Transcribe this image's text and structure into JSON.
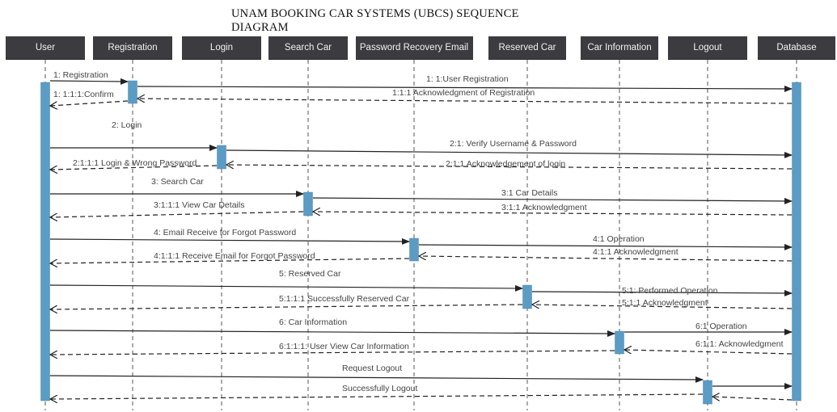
{
  "title": "UNAM BOOKING CAR SYSTEMS (UBCS) SEQUENCE DIAGRAM",
  "colors": {
    "actor_bg": "#3b3b40",
    "actor_text": "#f2f2f2",
    "activation": "#5b9cc4",
    "line": "#222222",
    "text": "#444444"
  },
  "lifelines": [
    {
      "id": "user",
      "label": "User"
    },
    {
      "id": "registration",
      "label": "Registration"
    },
    {
      "id": "login",
      "label": "Login"
    },
    {
      "id": "search_car",
      "label": "Search Car"
    },
    {
      "id": "password_recovery",
      "label": "Password Recovery Email"
    },
    {
      "id": "reserved_car",
      "label": "Reserved Car"
    },
    {
      "id": "car_information",
      "label": "Car Information"
    },
    {
      "id": "logout",
      "label": "Logout"
    },
    {
      "id": "database",
      "label": "Database"
    }
  ],
  "messages": [
    {
      "from": "user",
      "to": "registration",
      "label": "1: Registration",
      "type": "call"
    },
    {
      "from": "registration",
      "to": "database",
      "label": "1: 1:User Registration",
      "type": "call"
    },
    {
      "from": "database",
      "to": "registration",
      "label": "1:1:1 Acknowledgment of Registration",
      "type": "return"
    },
    {
      "from": "registration",
      "to": "user",
      "label": "1: 1:1:1:Confirm",
      "type": "return"
    },
    {
      "from": "user",
      "to": "login",
      "label": "2: Login",
      "type": "call"
    },
    {
      "from": "login",
      "to": "database",
      "label": "2:1: Verify Username & Password",
      "type": "call"
    },
    {
      "from": "database",
      "to": "login",
      "label": "2:1:1 Acknowledgement of login",
      "type": "return"
    },
    {
      "from": "login",
      "to": "user",
      "label": "2:1:1:1 Login & Wrong Password",
      "type": "return"
    },
    {
      "from": "user",
      "to": "search_car",
      "label": "3: Search Car",
      "type": "call"
    },
    {
      "from": "search_car",
      "to": "database",
      "label": "3:1 Car Details",
      "type": "call"
    },
    {
      "from": "database",
      "to": "search_car",
      "label": "3:1:1 Acknowledgment",
      "type": "return"
    },
    {
      "from": "search_car",
      "to": "user",
      "label": "3:1:1:1 View Car Details",
      "type": "return"
    },
    {
      "from": "user",
      "to": "password_recovery",
      "label": "4: Email Receive for Forgot Password",
      "type": "call"
    },
    {
      "from": "password_recovery",
      "to": "database",
      "label": "4:1 Operation",
      "type": "call"
    },
    {
      "from": "database",
      "to": "password_recovery",
      "label": "4:1:1 Acknowledgment",
      "type": "return"
    },
    {
      "from": "password_recovery",
      "to": "user",
      "label": "4:1:1:1 Receive Email  for Forgot Password",
      "type": "return"
    },
    {
      "from": "user",
      "to": "reserved_car",
      "label": "5: Reserved Car",
      "type": "call"
    },
    {
      "from": "reserved_car",
      "to": "database",
      "label": "5:1: Performed Operation",
      "type": "call"
    },
    {
      "from": "database",
      "to": "reserved_car",
      "label": "5:1:1 Acknowledgment",
      "type": "return"
    },
    {
      "from": "reserved_car",
      "to": "user",
      "label": "5:1:1:1 Successfully Reserved Car",
      "type": "return"
    },
    {
      "from": "user",
      "to": "car_information",
      "label": "6: Car Information",
      "type": "call"
    },
    {
      "from": "car_information",
      "to": "database",
      "label": "6:1 Operation",
      "type": "call"
    },
    {
      "from": "database",
      "to": "car_information",
      "label": "6:1:1: Acknowledgment",
      "type": "return"
    },
    {
      "from": "car_information",
      "to": "user",
      "label": "6:1:1:1: User View Car Information",
      "type": "return"
    },
    {
      "from": "user",
      "to": "logout",
      "label": "Request Logout",
      "type": "call"
    },
    {
      "from": "logout",
      "to": "database",
      "label": "",
      "type": "call"
    },
    {
      "from": "database",
      "to": "logout",
      "label": "",
      "type": "return"
    },
    {
      "from": "logout",
      "to": "user",
      "label": "Successfully Logout",
      "type": "return"
    }
  ]
}
